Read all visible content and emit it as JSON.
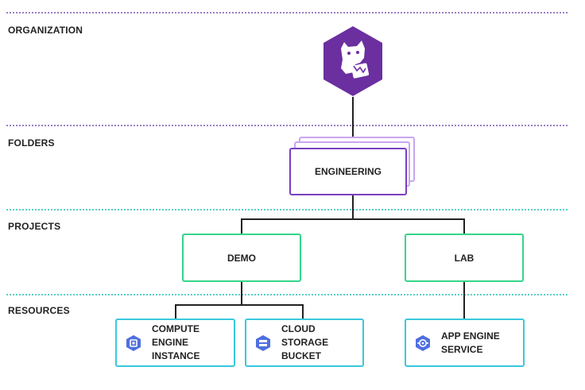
{
  "tiers": {
    "organization": "ORGANIZATION",
    "folders": "FOLDERS",
    "projects": "PROJECTS",
    "resources": "RESOURCES"
  },
  "folder": {
    "label": "ENGINEERING"
  },
  "projects": [
    {
      "label": "DEMO"
    },
    {
      "label": "LAB"
    }
  ],
  "resources": [
    {
      "line1": "COMPUTE ENGINE",
      "line2": "INSTANCE",
      "icon": "compute-engine-icon"
    },
    {
      "line1": "CLOUD STORAGE",
      "line2": "BUCKET",
      "icon": "cloud-storage-icon"
    },
    {
      "line1": "APP ENGINE",
      "line2": "SERVICE",
      "icon": "app-engine-icon"
    }
  ],
  "organization": {
    "icon": "datadog-logo"
  },
  "colors": {
    "org_purple": "#6b2fa0",
    "folder_border": "#7a3fbf",
    "project_border": "#35d58a",
    "resource_border": "#39c8df",
    "gcp_icon_blue": "#4e6fe0"
  }
}
